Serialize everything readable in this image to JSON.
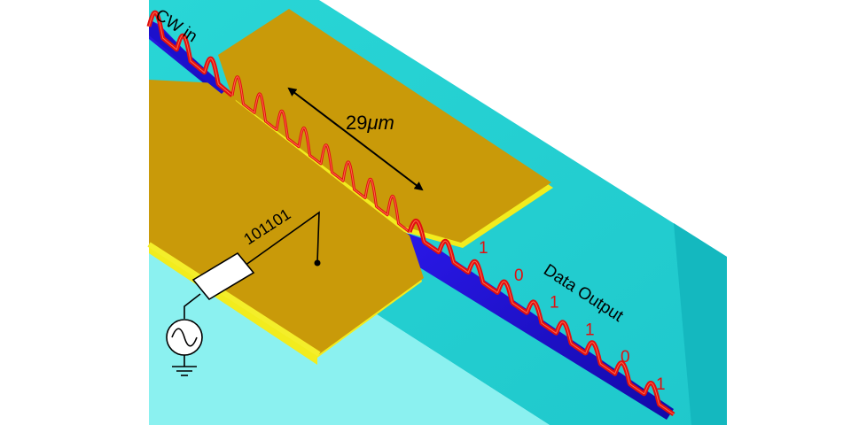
{
  "labels": {
    "cw_in": "CW in",
    "length": "29",
    "length_unit": "μm",
    "input_bits": "101101",
    "data_output": "Data Output"
  },
  "output_bits": [
    "1",
    "0",
    "1",
    "1",
    "0",
    "1"
  ],
  "colors": {
    "substrate": "#22cfd0",
    "electrode_top": "#cc9b08",
    "electrode_edge": "#e8e41a",
    "waveguide": "#1a10d8",
    "wave": "#e01010",
    "bit_text": "#e01010",
    "annotation": "#000000"
  },
  "icons": [
    "signal-source-icon",
    "ground-icon",
    "modulator-driver-box"
  ]
}
